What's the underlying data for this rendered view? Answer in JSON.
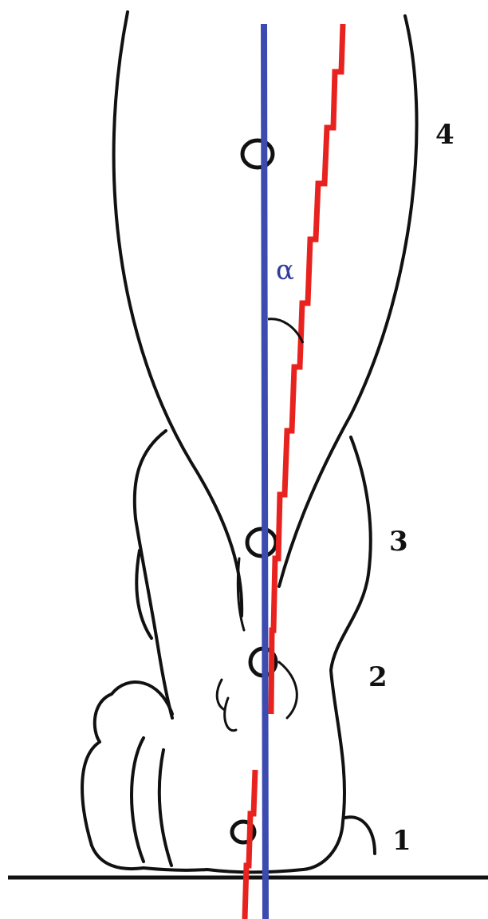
{
  "labels": {
    "point_1": "1",
    "point_2": "2",
    "point_3": "3",
    "point_4": "4",
    "angle": "α"
  },
  "colors": {
    "vertical_axis": "#3b4bb0",
    "limb_axis": "#e8221e",
    "outline": "#111111"
  }
}
